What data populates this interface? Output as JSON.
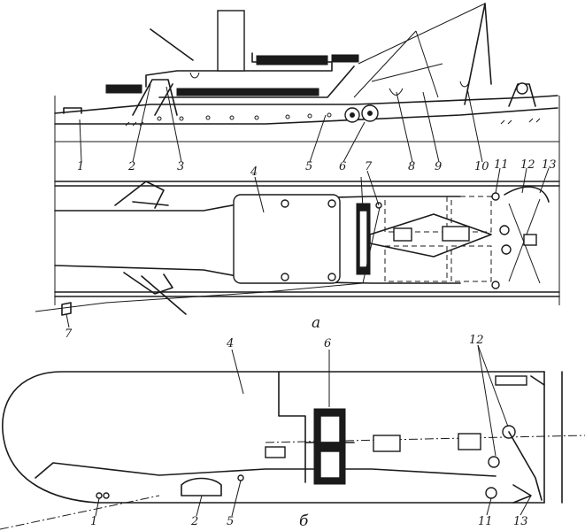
{
  "figure": {
    "view_a_label": "а",
    "view_b_label": "б",
    "view_a_callouts": [
      "1",
      "2",
      "3",
      "4",
      "5",
      "6",
      "7",
      "7",
      "8",
      "9",
      "10",
      "11",
      "12",
      "13"
    ],
    "view_b_callouts": [
      "1",
      "2",
      "4",
      "5",
      "6",
      "11",
      "12",
      "13"
    ]
  }
}
